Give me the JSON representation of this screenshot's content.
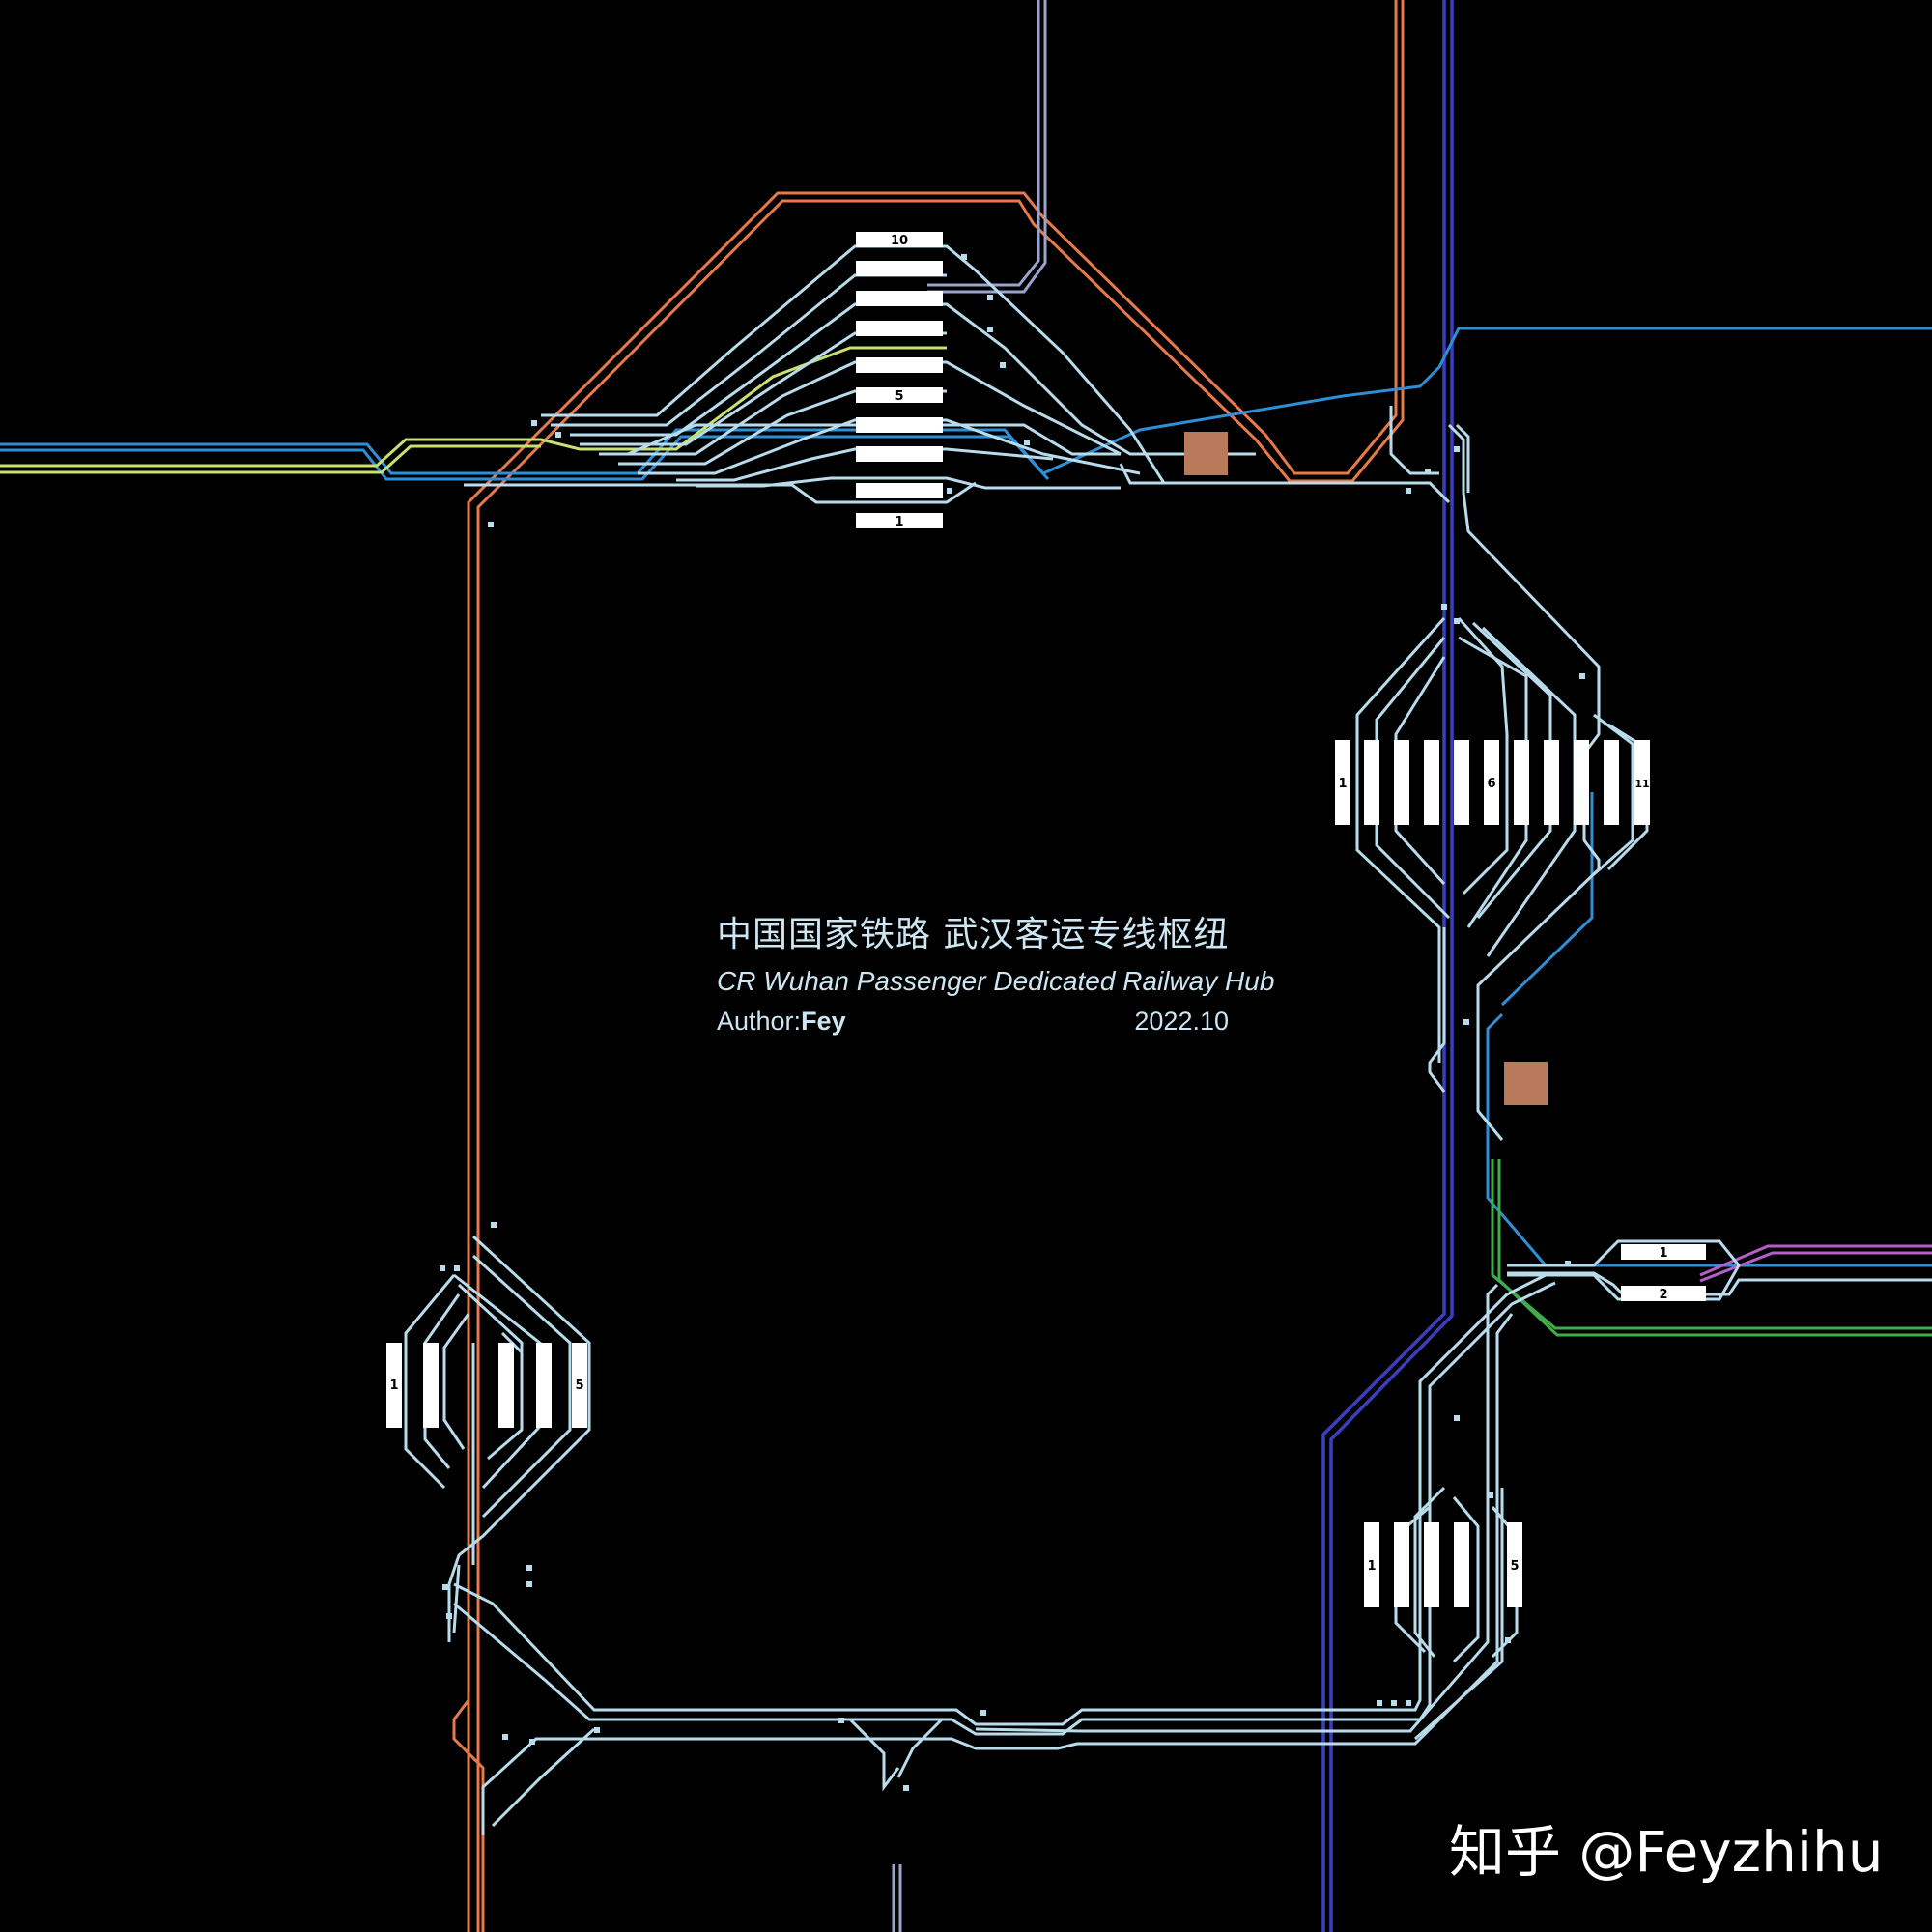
{
  "title": {
    "zh": "中国国家铁路 武汉客运专线枢纽",
    "en": "CR Wuhan Passenger Dedicated Railway Hub",
    "author_label": "Author:",
    "author_name": "Fey",
    "date": "2022.10"
  },
  "watermark": "知乎 @Feyzhihu",
  "colors": {
    "background": "#000000",
    "track_light": "#b8dcec",
    "track_blue": "#2f8fd6",
    "track_orange": "#e8794a",
    "track_indigo": "#3a3fbf",
    "track_lavender": "#9aa3cc",
    "track_lime": "#c8e070",
    "track_green": "#3fae4a",
    "track_purple": "#b35fc7",
    "depot": "#b87a5a",
    "platform": "#ffffff"
  },
  "stations": {
    "north": {
      "platform_labels": [
        "10",
        "5",
        "1"
      ]
    },
    "east": {
      "platform_labels": [
        "1",
        "6",
        "11"
      ]
    },
    "west": {
      "platform_labels": [
        "1",
        "5"
      ]
    },
    "southeast": {
      "platform_labels": [
        "1",
        "5"
      ]
    },
    "small_east": {
      "platform_labels": [
        "1",
        "2"
      ]
    }
  }
}
